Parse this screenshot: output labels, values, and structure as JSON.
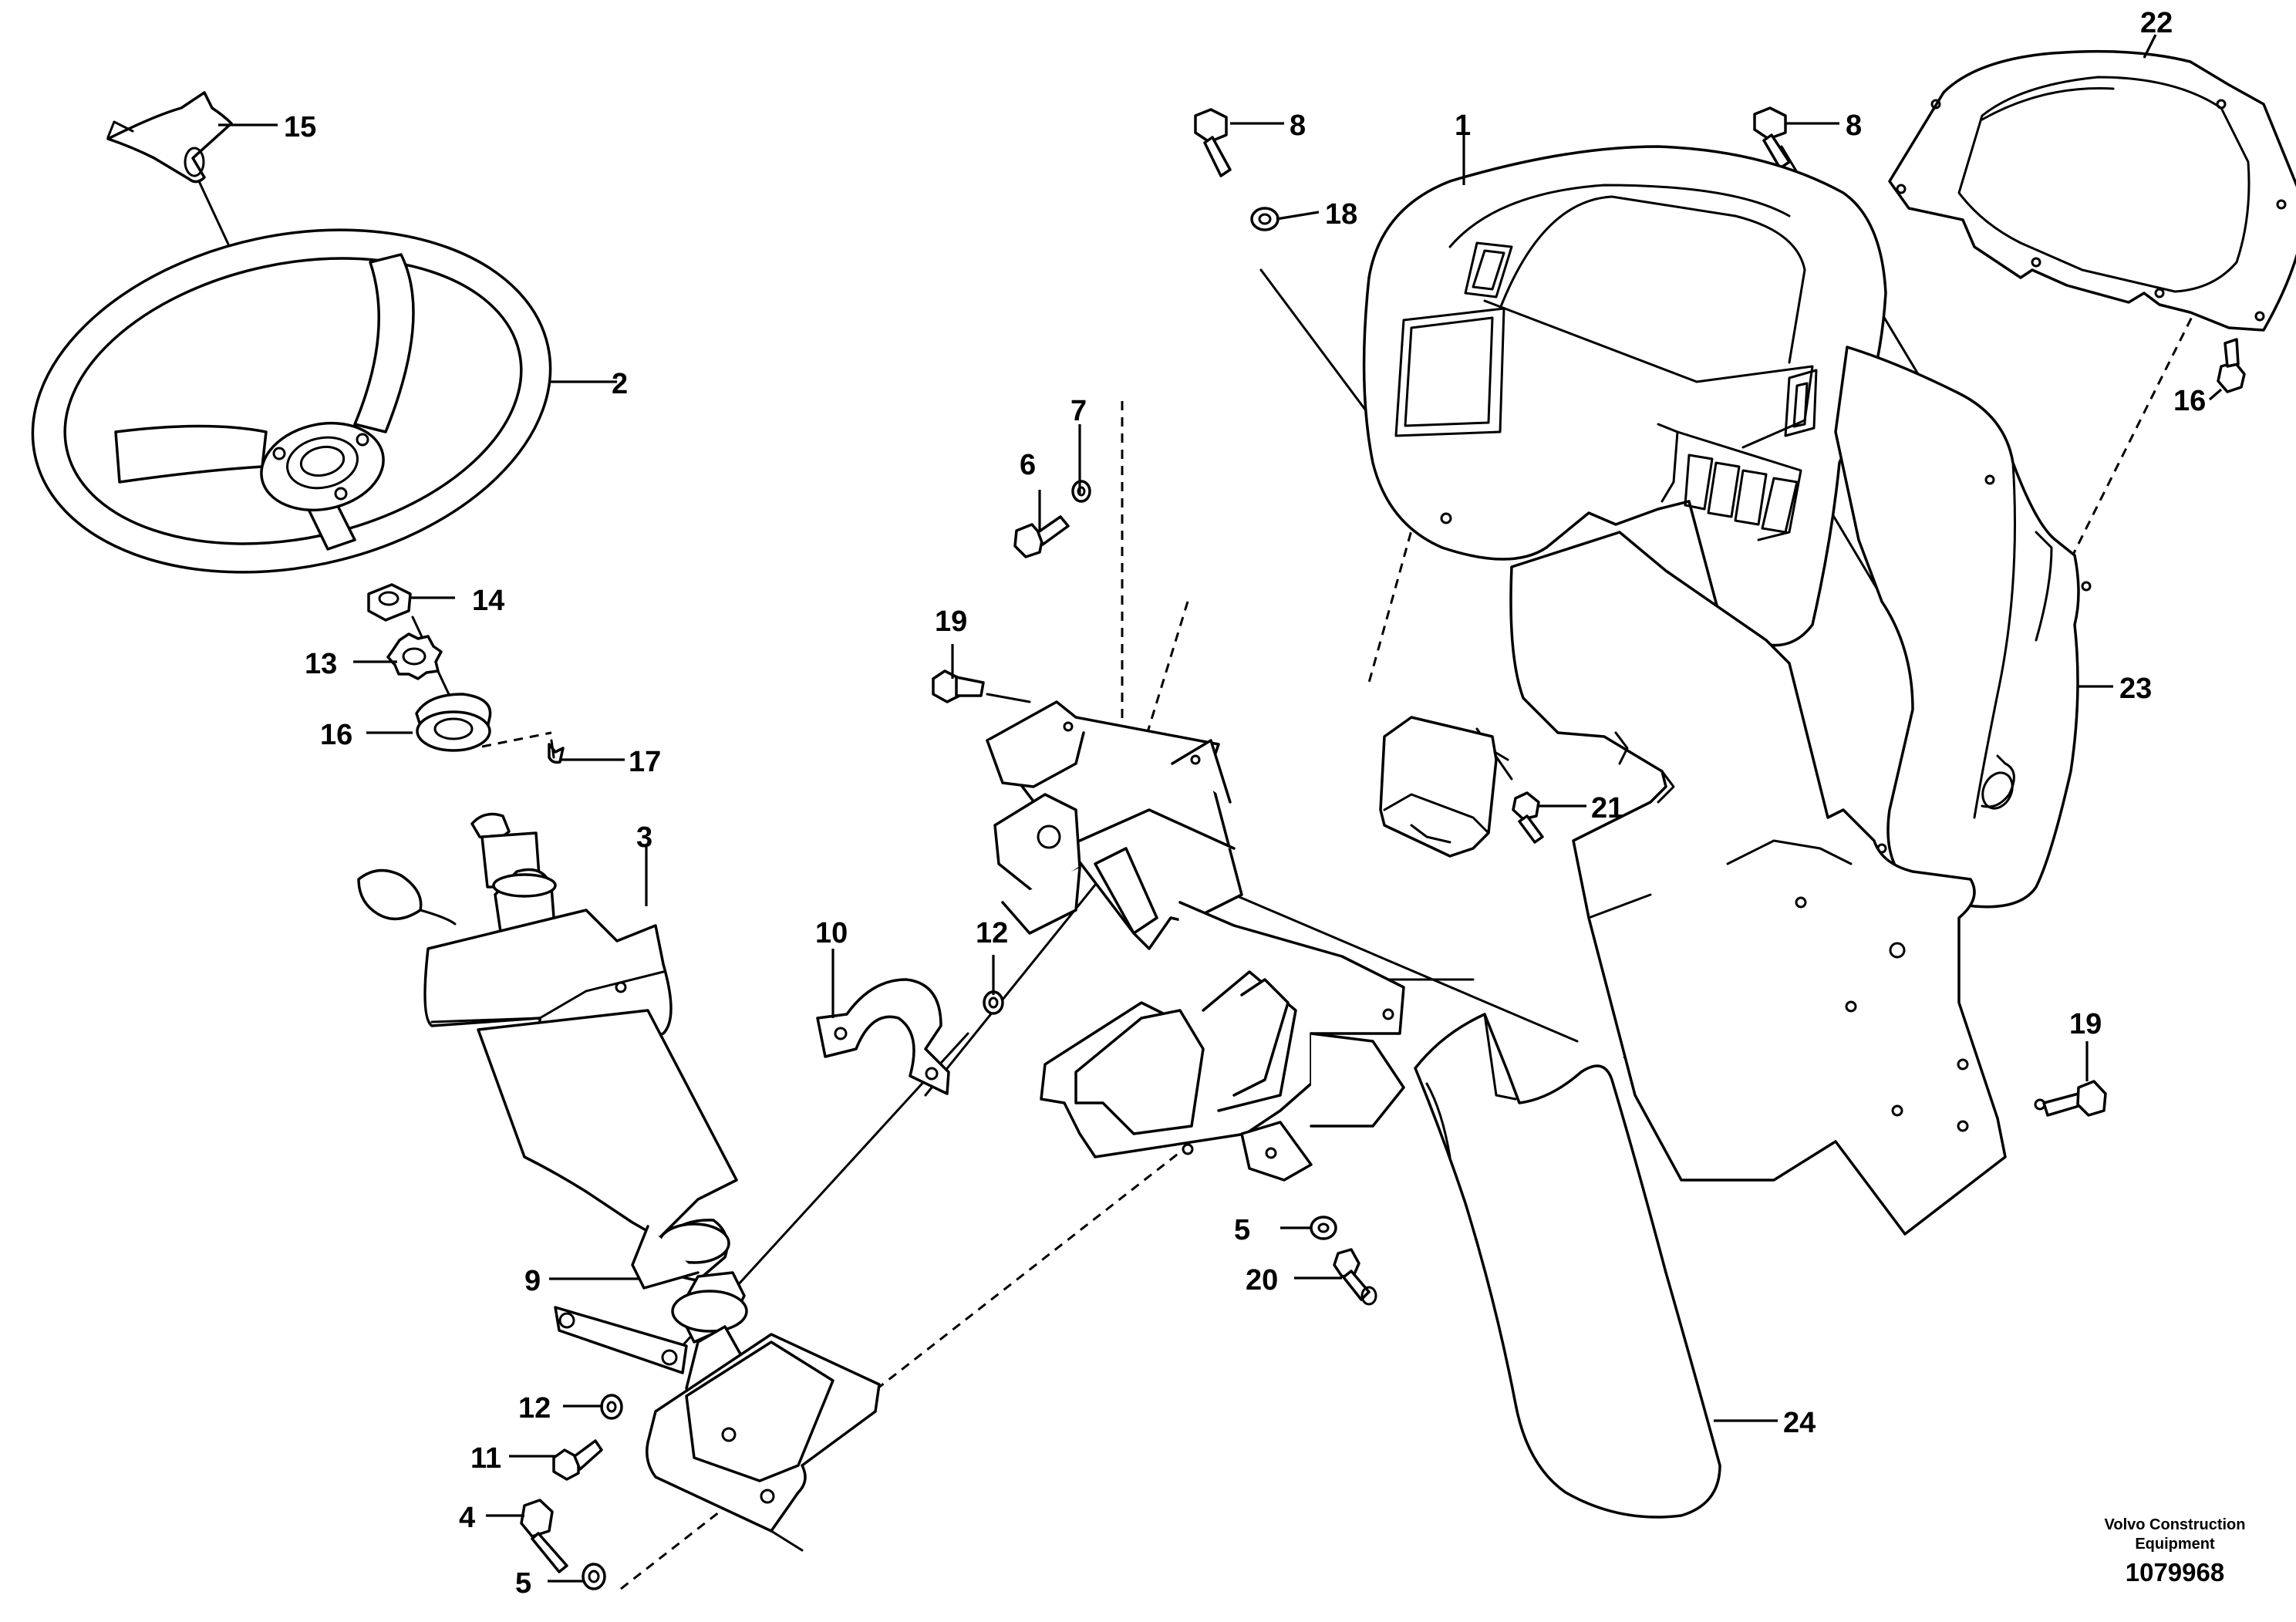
{
  "credit": {
    "line1": "Volvo Construction",
    "line2": "Equipment",
    "document_number": "1079968"
  },
  "callouts": {
    "c1": "1",
    "c2": "2",
    "c3": "3",
    "c4": "4",
    "c5a": "5",
    "c5b": "5",
    "c6": "6",
    "c7": "7",
    "c8a": "8",
    "c8b": "8",
    "c9": "9",
    "c10": "10",
    "c11": "11",
    "c12a": "12",
    "c12b": "12",
    "c13": "13",
    "c14": "14",
    "c15": "15",
    "c16a": "16",
    "c16b": "16",
    "c17": "17",
    "c18": "18",
    "c19a": "19",
    "c19b": "19",
    "c20": "20",
    "c21": "21",
    "c22": "22",
    "c23": "23",
    "c24": "24"
  },
  "colors": {
    "ink": "#000000",
    "paper": "#ffffff"
  }
}
